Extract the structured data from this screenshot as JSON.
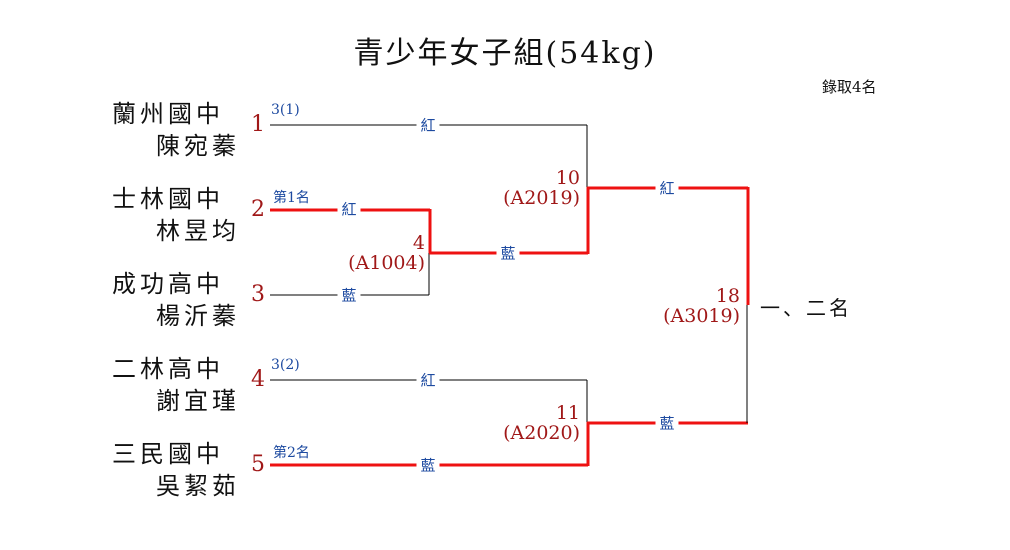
{
  "title": "青少年女子組(54kg)",
  "quota": "錄取4名",
  "entries": [
    {
      "seed": "1",
      "school": "蘭州國中",
      "name": "陳宛蓁",
      "note": "3(1)",
      "corner": "紅",
      "advanced": false
    },
    {
      "seed": "2",
      "school": "士林國中",
      "name": "林昱均",
      "note": "第1名",
      "corner": "紅",
      "advanced": true
    },
    {
      "seed": "3",
      "school": "成功高中",
      "name": "楊沂蓁",
      "note": "",
      "corner": "藍",
      "advanced": false
    },
    {
      "seed": "4",
      "school": "二林高中",
      "name": "謝宜瑾",
      "note": "3(2)",
      "corner": "紅",
      "advanced": false
    },
    {
      "seed": "5",
      "school": "三民國中",
      "name": "吳絜茹",
      "note": "第2名",
      "corner": "藍",
      "advanced": true
    }
  ],
  "matches": [
    {
      "number": "4",
      "code": "(A1004)",
      "winner_corner": "藍"
    },
    {
      "number": "10",
      "code": "(A2019)",
      "winner_corner": "紅"
    },
    {
      "number": "11",
      "code": "(A2020)",
      "winner_corner": "藍"
    },
    {
      "number": "18",
      "code": "(A3019)"
    }
  ],
  "final_label": "一、二名",
  "colors": {
    "winner_line": "#ee1111",
    "loser_line": "#000000",
    "seed_number": "#a01818",
    "corner_label": "#1d4aa0"
  }
}
